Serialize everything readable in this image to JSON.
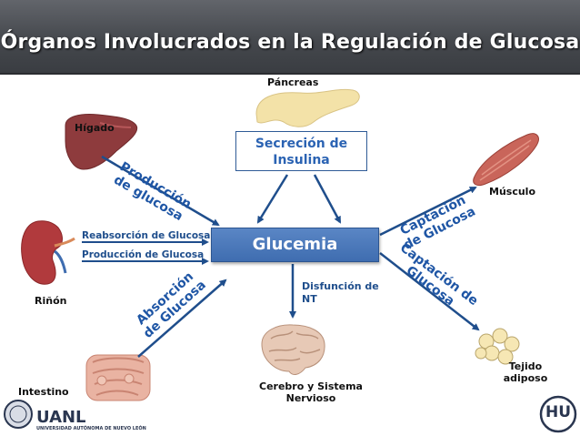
{
  "title": "Órganos Involucrados en la Regulación de Glucosa",
  "organs": {
    "pancreas": "Páncreas",
    "liver": "Hígado",
    "muscle": "Músculo",
    "kidney": "Riñón",
    "intestine": "Intestino",
    "adipose": "Tejido adiposo",
    "brain": "Cerebro y Sistema Nervioso"
  },
  "secretion_box": "Secreción de Insulina",
  "center_box": "Glucemia",
  "kidney_labels": {
    "reabsorption": "Reabsorción de Glucosa",
    "production": "Producción de Glucosa"
  },
  "arrow_labels": {
    "liver_production": "Producción de glucosa",
    "intestine_absorption": "Absorción de Glucosa",
    "muscle_uptake": "Captación de Glucosa",
    "adipose_uptake": "Captación de Glucosa",
    "brain_dysfunction": "Disfunción de NT"
  },
  "logos": {
    "uanl": "UANL",
    "uanl_sub": "UNIVERSIDAD AUTÓNOMA DE NUEVO LEÓN",
    "hu": "HU"
  },
  "colors": {
    "arrow": "#1f4e8c",
    "accent": "#2b63b3",
    "center_fill": "#4a78bb",
    "title_bar": "#4a4d52"
  }
}
